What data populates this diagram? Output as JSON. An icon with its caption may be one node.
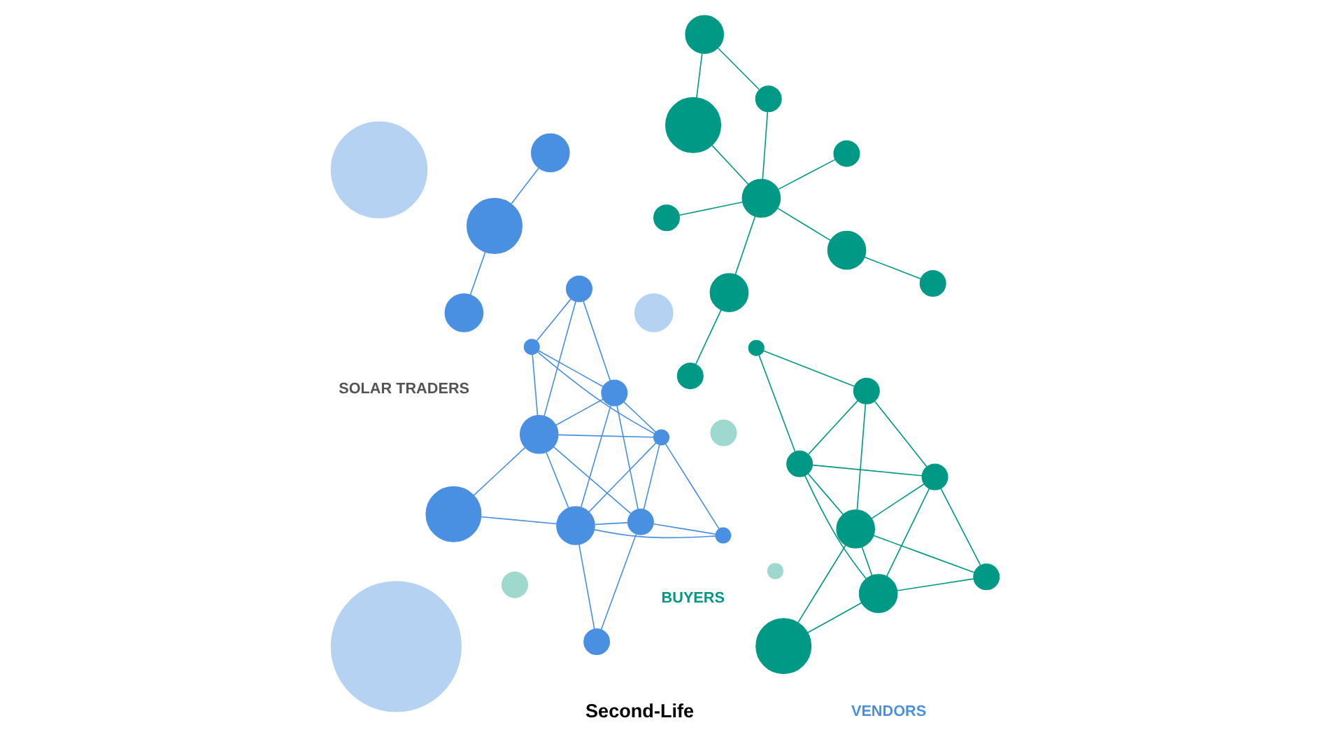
{
  "diagram": {
    "nodes": [
      {
        "text": [],
        "shape": "circle"
      },
      {
        "text": [],
        "shape": "circle"
      },
      {
        "text": [],
        "shape": "circle"
      },
      {
        "text": [],
        "shape": "circle"
      },
      {
        "text": [],
        "shape": "circle"
      },
      {
        "text": [],
        "shape": "circle"
      },
      {
        "text": [],
        "shape": "circle"
      },
      {
        "text": [],
        "shape": "circle"
      },
      {
        "text": [],
        "shape": "circle"
      },
      {
        "text": [],
        "shape": "circle"
      },
      {
        "text": [],
        "shape": "circle"
      },
      {
        "text": [],
        "shape": "circle"
      },
      {
        "text": [],
        "shape": "circle"
      },
      {
        "text": [],
        "shape": "circle"
      },
      {
        "text": [],
        "shape": "circle"
      },
      {
        "text": [],
        "shape": "circle"
      },
      {
        "text": [],
        "shape": "circle"
      },
      {
        "text": [],
        "shape": "circle"
      },
      {
        "text": [],
        "shape": "circle"
      },
      {
        "text": [],
        "shape": "circle"
      },
      {
        "text": [],
        "shape": "circle"
      },
      {
        "text": [],
        "shape": "circle"
      },
      {
        "text": [],
        "shape": "circle"
      },
      {
        "text": [],
        "shape": "circle"
      },
      {
        "text": [],
        "shape": "circle"
      },
      {
        "text": [],
        "shape": "circle"
      },
      {
        "text": [],
        "shape": "circle"
      },
      {
        "text": [],
        "shape": "circle"
      },
      {
        "text": [],
        "shape": "circle"
      },
      {
        "text": [],
        "shape": "circle"
      },
      {
        "text": [],
        "shape": "circle"
      },
      {
        "text": [],
        "shape": "circle"
      },
      {
        "text": [],
        "shape": "circle"
      },
      {
        "text": [],
        "shape": "circle"
      },
      {
        "text": [],
        "shape": "circle"
      },
      {
        "text": [],
        "shape": "circle"
      },
      {
        "text": [],
        "shape": "circle"
      }
    ],
    "edges": [
      {
        "from": 0,
        "to": 1,
        "arrow": "none",
        "color": "#4a90e2"
      },
      {
        "from": 0,
        "to": 2,
        "arrow": "none",
        "color": "#4a90e2"
      },
      {
        "from": 0,
        "to": 3,
        "arrow": "none",
        "color": "#4a90e2"
      },
      {
        "from": 0,
        "to": 4,
        "arrow": "none",
        "color": "#4a90e2"
      },
      {
        "from": 1,
        "to": 2,
        "arrow": "none",
        "color": "#4a90e2"
      },
      {
        "from": 1,
        "to": 3,
        "arrow": "none",
        "color": "#4a90e2"
      },
      {
        "from": 2,
        "to": 3,
        "arrow": "none",
        "color": "#4a90e2"
      },
      {
        "from": 2,
        "to": 4,
        "arrow": "none",
        "color": "#4a90e2"
      },
      {
        "from": 2,
        "to": 5,
        "arrow": "none",
        "color": "#4a90e2"
      },
      {
        "from": 2,
        "to": 6,
        "arrow": "none",
        "color": "#4a90e2"
      },
      {
        "from": 4,
        "to": 3,
        "arrow": "none",
        "color": "#4a90e2"
      },
      {
        "from": 4,
        "to": 6,
        "arrow": "none",
        "color": "#4a90e2"
      },
      {
        "from": 4,
        "to": 5,
        "arrow": "none",
        "color": "#4a90e2"
      },
      {
        "from": 4,
        "to": 7,
        "arrow": "none",
        "color": "#4a90e2"
      },
      {
        "from": 3,
        "to": 6,
        "arrow": "none",
        "color": "#4a90e2"
      },
      {
        "from": 3,
        "to": 5,
        "arrow": "none",
        "color": "#4a90e2"
      },
      {
        "from": 3,
        "to": 9,
        "arrow": "none",
        "color": "#4a90e2"
      },
      {
        "from": 5,
        "to": 6,
        "arrow": "none",
        "color": "#4a90e2"
      },
      {
        "from": 5,
        "to": 7,
        "arrow": "none",
        "color": "#4a90e2"
      },
      {
        "from": 5,
        "to": 8,
        "arrow": "none",
        "color": "#4a90e2"
      },
      {
        "from": 6,
        "to": 7,
        "arrow": "none",
        "color": "#4a90e2"
      },
      {
        "from": 6,
        "to": 8,
        "arrow": "none",
        "color": "#4a90e2"
      },
      {
        "from": 6,
        "to": 9,
        "arrow": "none",
        "color": "#4a90e2"
      },
      {
        "from": 10,
        "to": 11,
        "arrow": "none",
        "color": "#4a90e2"
      },
      {
        "from": 10,
        "to": 12,
        "arrow": "none",
        "color": "#4a90e2"
      },
      {
        "from": 19,
        "to": 20,
        "arrow": "none",
        "color": "#009985"
      },
      {
        "from": 19,
        "to": 21,
        "arrow": "none",
        "color": "#009985"
      },
      {
        "from": 20,
        "to": 21,
        "arrow": "none",
        "color": "#009985"
      },
      {
        "from": 20,
        "to": 22,
        "arrow": "none",
        "color": "#009985"
      },
      {
        "from": 20,
        "to": 25,
        "arrow": "none",
        "color": "#009985"
      },
      {
        "from": 20,
        "to": 26,
        "arrow": "none",
        "color": "#009985"
      },
      {
        "from": 21,
        "to": 22,
        "arrow": "none",
        "color": "#009985"
      },
      {
        "from": 21,
        "to": 23,
        "arrow": "none",
        "color": "#009985"
      },
      {
        "from": 21,
        "to": 25,
        "arrow": "none",
        "color": "#009985"
      },
      {
        "from": 21,
        "to": 26,
        "arrow": "none",
        "color": "#009985"
      },
      {
        "from": 22,
        "to": 23,
        "arrow": "none",
        "color": "#009985"
      },
      {
        "from": 22,
        "to": 26,
        "arrow": "none",
        "color": "#009985"
      },
      {
        "from": 22,
        "to": 25,
        "arrow": "none",
        "color": "#009985"
      },
      {
        "from": 23,
        "to": 24,
        "arrow": "none",
        "color": "#009985"
      },
      {
        "from": 23,
        "to": 25,
        "arrow": "none",
        "color": "#009985"
      },
      {
        "from": 24,
        "to": 25,
        "arrow": "none",
        "color": "#009985"
      },
      {
        "from": 27,
        "to": 28,
        "arrow": "none",
        "color": "#009985"
      },
      {
        "from": 27,
        "to": 29,
        "arrow": "none",
        "color": "#009985"
      },
      {
        "from": 28,
        "to": 30,
        "arrow": "none",
        "color": "#009985"
      },
      {
        "from": 29,
        "to": 30,
        "arrow": "none",
        "color": "#009985"
      },
      {
        "from": 29,
        "to": 31,
        "arrow": "none",
        "color": "#009985"
      },
      {
        "from": 29,
        "to": 32,
        "arrow": "none",
        "color": "#009985"
      },
      {
        "from": 29,
        "to": 33,
        "arrow": "none",
        "color": "#009985"
      },
      {
        "from": 29,
        "to": 35,
        "arrow": "none",
        "color": "#009985"
      },
      {
        "from": 33,
        "to": 34,
        "arrow": "none",
        "color": "#009985"
      },
      {
        "from": 35,
        "to": 36,
        "arrow": "none",
        "color": "#009985"
      }
    ],
    "labels": [
      "VENDORS",
      "BUYERS",
      "Second-Life",
      "SOLAR TRADERS"
    ]
  }
}
